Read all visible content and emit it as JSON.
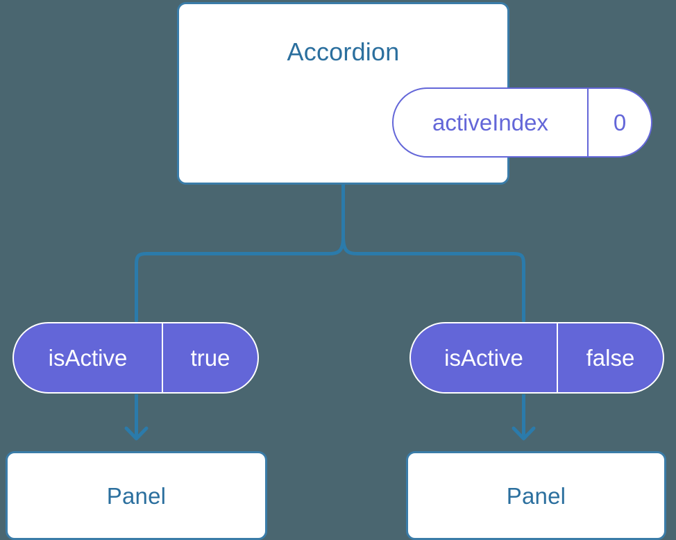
{
  "diagram": {
    "type": "component-tree",
    "background_color": "#4a6670",
    "colors": {
      "card_border": "#3a7ca8",
      "card_background": "#ffffff",
      "title_text": "#2b6f9e",
      "prop_accent": "#6366d8",
      "connector": "#2b7bab",
      "arrow": "#2b7bab"
    },
    "root": {
      "title": "Accordion",
      "prop": {
        "key": "activeIndex",
        "value": "0",
        "style": "outlined"
      }
    },
    "branches": [
      {
        "prop": {
          "key": "isActive",
          "value": "true",
          "style": "filled"
        },
        "child": {
          "title": "Panel"
        }
      },
      {
        "prop": {
          "key": "isActive",
          "value": "false",
          "style": "filled"
        },
        "child": {
          "title": "Panel"
        }
      }
    ]
  }
}
